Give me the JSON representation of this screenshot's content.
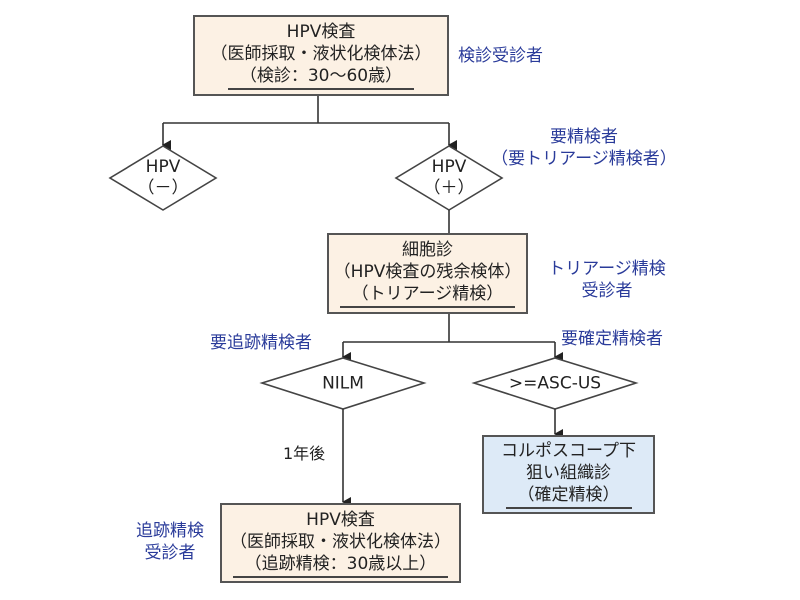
{
  "nodes": {
    "screening_test": {
      "line1": "HPV検査",
      "line2": "（医師採取・液状化検体法）",
      "line3": "（検診：30〜60歳）"
    },
    "hpv_negative": {
      "line1": "HPV",
      "line2": "（－）"
    },
    "hpv_positive": {
      "line1": "HPV",
      "line2": "（＋）"
    },
    "cytology": {
      "line1": "細胞診",
      "line2": "（HPV検査の残余検体）",
      "line3": "（トリアージ精検）"
    },
    "nilm": {
      "line1": "NILM"
    },
    "asc_us": {
      "line1": ">=ASC-US"
    },
    "colposcopy": {
      "line1": "コルポスコープ下",
      "line2": "狙い組織診",
      "line3": "（確定精検）"
    },
    "followup_test": {
      "line1": "HPV検査",
      "line2": "（医師採取・液状化検体法）",
      "line3": "（追跡精検：30歳以上）"
    }
  },
  "labels": {
    "screening_examinees": "検診受診者",
    "needs_exam_line1": "要精検者",
    "needs_exam_line2": "（要トリアージ精検者）",
    "triage_examinees_line1": "トリアージ精検",
    "triage_examinees_line2": "受診者",
    "needs_followup": "要追跡精検者",
    "needs_definitive": "要確定精検者",
    "followup_examinees_line1": "追跡精検",
    "followup_examinees_line2": "受診者",
    "one_year_later": "1年後"
  },
  "colors": {
    "beige_fill": "#fcf1e4",
    "blue_fill": "#ddeaf7",
    "label_blue": "#2a3b9a",
    "line": "#333333"
  }
}
